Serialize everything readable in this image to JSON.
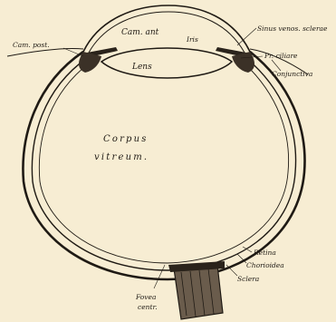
{
  "labels": {
    "cam_ant": "Cam. ant",
    "iris": "Iris",
    "sinus": "Sinus venos. sclerae",
    "cam_post": "Cam. post.",
    "proc_ciliare": "Pr. ciliare",
    "conjunctiva": "Conjunctiva",
    "lens": "Lens",
    "corpus_line1": "Corpus",
    "corpus_line2": "vitreum.",
    "retina": "Retina",
    "chorioidea": "Chorioidea",
    "sclera": "Sclera",
    "fovea_line1": "Fovea",
    "fovea_line2": "centr."
  },
  "colors": {
    "background": "#f7edd3",
    "ink": "#1f1a14"
  }
}
